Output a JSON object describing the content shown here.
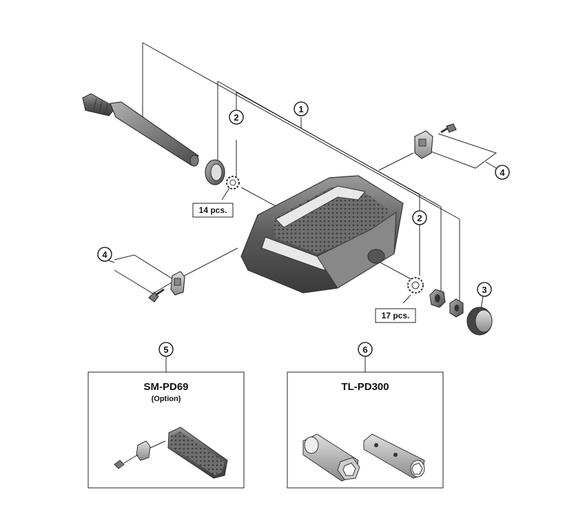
{
  "callouts": {
    "c1": "1",
    "c2a": "2",
    "c2b": "2",
    "c3": "3",
    "c4a": "4",
    "c4b": "4",
    "c5": "5",
    "c6": "6"
  },
  "quantities": {
    "q14": "14 pcs.",
    "q17": "17 pcs."
  },
  "boxes": {
    "box5": {
      "title": "SM-PD69",
      "subtitle": "(Option)"
    },
    "box6": {
      "title": "TL-PD300"
    }
  },
  "colors": {
    "line": "#222222",
    "part_dark": "#555555",
    "part_light": "#9a9a9a",
    "background": "#ffffff"
  },
  "icons": [
    "pedal-body-icon",
    "axle-icon",
    "bushing-icon",
    "washer-icon",
    "cap-icon",
    "pin-icon",
    "insert-plate-icon",
    "tool-socket-icon",
    "tool-wrench-icon"
  ]
}
